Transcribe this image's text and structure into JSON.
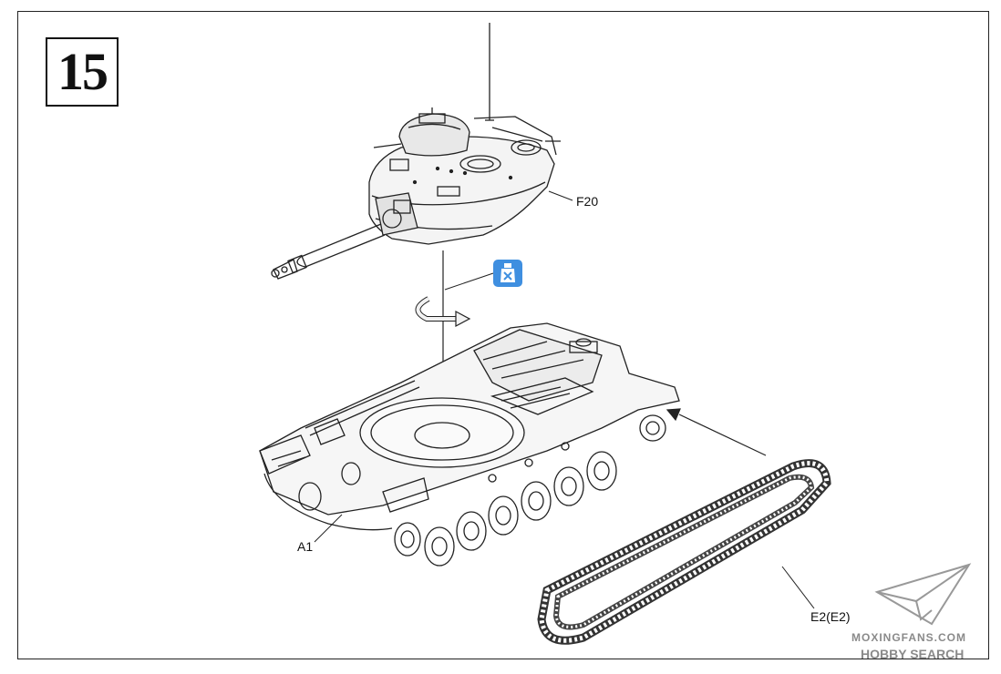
{
  "step": {
    "number": "15"
  },
  "parts": {
    "turret": "F20",
    "hull": "A1",
    "tracks": "E2(E2)"
  },
  "icons": {
    "glue": "cement-icon",
    "rotate": "rotate-arrow-icon",
    "logo": "paper-plane-logo"
  },
  "watermark": {
    "line1": "MOXINGFANS.COM",
    "line2": "HOBBY SEARCH"
  },
  "colors": {
    "line": "#222222",
    "accent": "#3f8fe0",
    "watermark": "#8a8a8a"
  }
}
